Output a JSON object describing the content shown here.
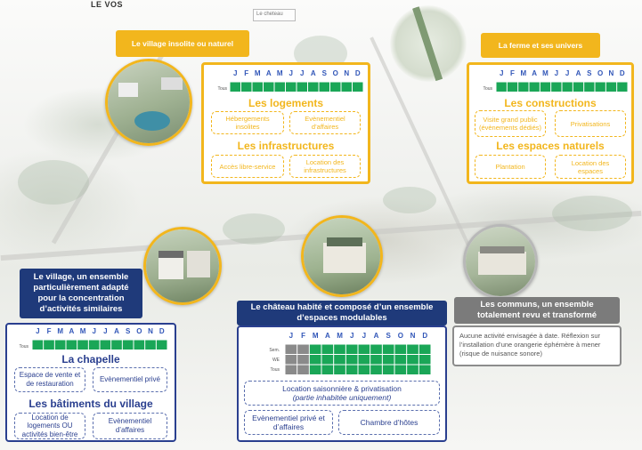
{
  "page": {
    "top_mark": "LE VOS",
    "top_box": "Le cheteau"
  },
  "months": [
    "J",
    "F",
    "M",
    "A",
    "M",
    "J",
    "J",
    "A",
    "S",
    "O",
    "N",
    "D"
  ],
  "colors": {
    "yellow": "#f2b61d",
    "navy": "#1f3a7a",
    "blue_border": "#2a3f8f",
    "grey_tag": "#7b7b7b",
    "active_cell": "#1aa657",
    "inactive_cell": "#8a8a8a"
  },
  "village_insolite": {
    "title": "Le village insolite ou naturel",
    "row_label": "Tous",
    "section1": "Les logements",
    "chips1": [
      "Hébergements insolites",
      "Evènementiel d’affaires"
    ],
    "section2": "Les infrastructures",
    "chips2": [
      "Accès libre-service",
      "Location des infrastructures"
    ]
  },
  "ferme": {
    "title": "La ferme et ses univers",
    "row_label": "Tous",
    "section1": "Les constructions",
    "chips1": [
      "Visite grand public (évènements dédiés)",
      "Privatisations"
    ],
    "section2": "Les espaces naturels",
    "chips2": [
      "Plantation",
      "Location des espaces"
    ]
  },
  "village_ensemble": {
    "title": "Le village, un ensemble particulièrement adapté pour la concentration d’activités similaires",
    "row_label": "Tous",
    "section1": "La chapelle",
    "chips1": [
      "Espace de vente et de restauration",
      "Evènementiel privé"
    ],
    "section2": "Les bâtiments du village",
    "chips2": [
      "Location de logements OU activités bien-être",
      "Evènementiel d’affaires"
    ]
  },
  "chateau": {
    "title": "Le château habité et composé d’un ensemble d’espaces modulables",
    "row_labels": [
      "Sem.",
      "WE",
      "Tous"
    ],
    "chip_main": "Location saisonnière & privatisation",
    "chip_main_sub": "(partie inhabitée uniquement)",
    "chips": [
      "Evènementiel privé et d’affaires",
      "Chambre d’hôtes"
    ]
  },
  "communs": {
    "title": "Les communs, un ensemble totalement revu et transformé",
    "note": "Aucune activité envisagée à date. Réflexion sur l’installation d’une orangerie éphémère à mener (risque de nuisance sonore)"
  },
  "grids": [
    {
      "id": "grid-village-insolite",
      "rows": [
        [
          1,
          1,
          1,
          1,
          1,
          1,
          1,
          1,
          1,
          1,
          1,
          1
        ]
      ]
    },
    {
      "id": "grid-ferme",
      "rows": [
        [
          1,
          1,
          1,
          1,
          1,
          1,
          1,
          1,
          1,
          1,
          1,
          1
        ]
      ]
    },
    {
      "id": "grid-village-ensemble",
      "rows": [
        [
          1,
          1,
          1,
          1,
          1,
          1,
          1,
          1,
          1,
          1,
          1,
          1
        ]
      ]
    },
    {
      "id": "grid-chateau",
      "rows": [
        [
          0,
          0,
          1,
          1,
          1,
          1,
          1,
          1,
          1,
          1,
          1,
          1
        ],
        [
          0,
          0,
          1,
          1,
          1,
          1,
          1,
          1,
          1,
          1,
          1,
          1
        ],
        [
          0,
          0,
          1,
          1,
          1,
          1,
          1,
          1,
          1,
          1,
          1,
          1
        ]
      ]
    }
  ]
}
